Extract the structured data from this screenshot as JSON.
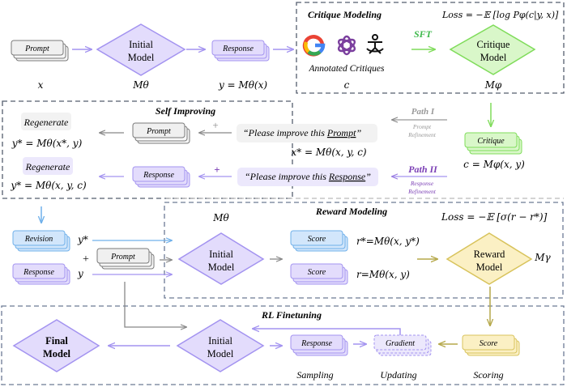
{
  "colors": {
    "purple_fill": "#e3dcfc",
    "purple_stroke": "#a393f0",
    "purple_arrow": "#a393f0",
    "purple_dark": "#7b3fb5",
    "gray_fill": "#f0f0f0",
    "gray_stroke": "#7a7a7a",
    "green_fill": "#d9f7c9",
    "green_stroke": "#7fdc5a",
    "green_text": "#3cb84a",
    "blue_fill": "#d2e6fb",
    "blue_stroke": "#6fb0ea",
    "yellow_fill": "#fbf0c4",
    "yellow_stroke": "#d8c35c",
    "olive_arrow": "#b5a84a",
    "dash_border": "#555d6e",
    "reward_dash_border": "#6c7a94"
  },
  "top_row": {
    "prompt_label": "Prompt",
    "prompt_var": "x",
    "initial_model_line1": "Initial",
    "initial_model_line2": "Model",
    "initial_model_var": "Mθ",
    "response_label": "Response",
    "response_var": "y = Mθ(x)"
  },
  "critique_modeling": {
    "title": "Critique Modeling",
    "loss": "Loss = −𝔼 [log Pφ(c|y, x)]",
    "icons": [
      "google-icon",
      "openai-icon",
      "human-annotator-icon"
    ],
    "annotated_label": "Annotated Critiques",
    "annotated_var": "c",
    "sft_label": "SFT",
    "critique_model_line1": "Critique",
    "critique_model_line2": "Model",
    "critique_model_var": "Mφ"
  },
  "critique_output": {
    "label": "Critique",
    "var": "c =  Mφ(x, y)"
  },
  "paths": {
    "path1_title": "Path I",
    "path1_sub1": "Prompt",
    "path1_sub2": "Refinement",
    "path2_title": "Path II",
    "path2_sub1": "Response",
    "path2_sub2": "Refinement"
  },
  "self_improving": {
    "title": "Self Improving",
    "row1": {
      "regenerate": "Regenerate",
      "formula": "y* = Mθ(x*, y)",
      "box_label": "Prompt",
      "plus": "+",
      "quote_prefix": "“Please improve this ",
      "quote_keyword": "Prompt",
      "quote_suffix": "”",
      "sub_formula": "x* = Mθ(x, y, c)"
    },
    "row2": {
      "regenerate": "Regenerate",
      "formula": "y* = Mθ(x, y, c)",
      "box_label": "Response",
      "plus": "+",
      "quote_prefix": "“Please improve this ",
      "quote_keyword": "Response",
      "quote_suffix": "”"
    }
  },
  "reward_inputs": {
    "revision_label": "Revision",
    "revision_var": "y*",
    "plus": "+",
    "prompt_label": "Prompt",
    "response_label": "Response",
    "response_var": "y"
  },
  "reward_modeling": {
    "title": "Reward Modeling",
    "model_var": "Mθ",
    "initial_model_line1": "Initial",
    "initial_model_line2": "Model",
    "score1_label": "Score",
    "score1_formula": "r*=Mθ(x, y*)",
    "score2_label": "Score",
    "score2_formula": "r=Mθ(x, y)",
    "loss": "Loss = −𝔼 [σ(r − r*)]",
    "reward_model_line1": "Reward",
    "reward_model_line2": "Model",
    "reward_model_var": "Mγ"
  },
  "rl_finetuning": {
    "title": "RL Finetuning",
    "final_model_line1": "Final",
    "final_model_line2": "Model",
    "initial_model_line1": "Initial",
    "initial_model_line2": "Model",
    "response_label": "Response",
    "gradient_label": "Gradient",
    "score_label": "Score",
    "sampling_label": "Sampling",
    "updating_label": "Updating",
    "scoring_label": "Scoring"
  }
}
